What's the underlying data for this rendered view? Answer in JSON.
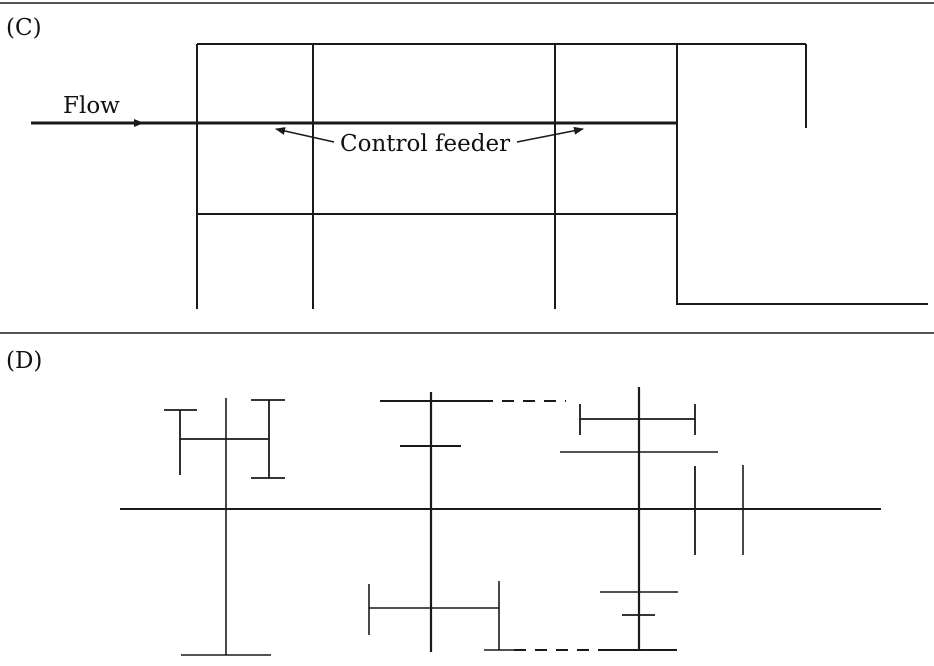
{
  "panels": [
    {
      "id": "C",
      "label": "(C)"
    },
    {
      "id": "D",
      "label": "(D)"
    }
  ],
  "annotations": {
    "flow_label": "Flow",
    "control_feeder_label": "Control feeder"
  }
}
